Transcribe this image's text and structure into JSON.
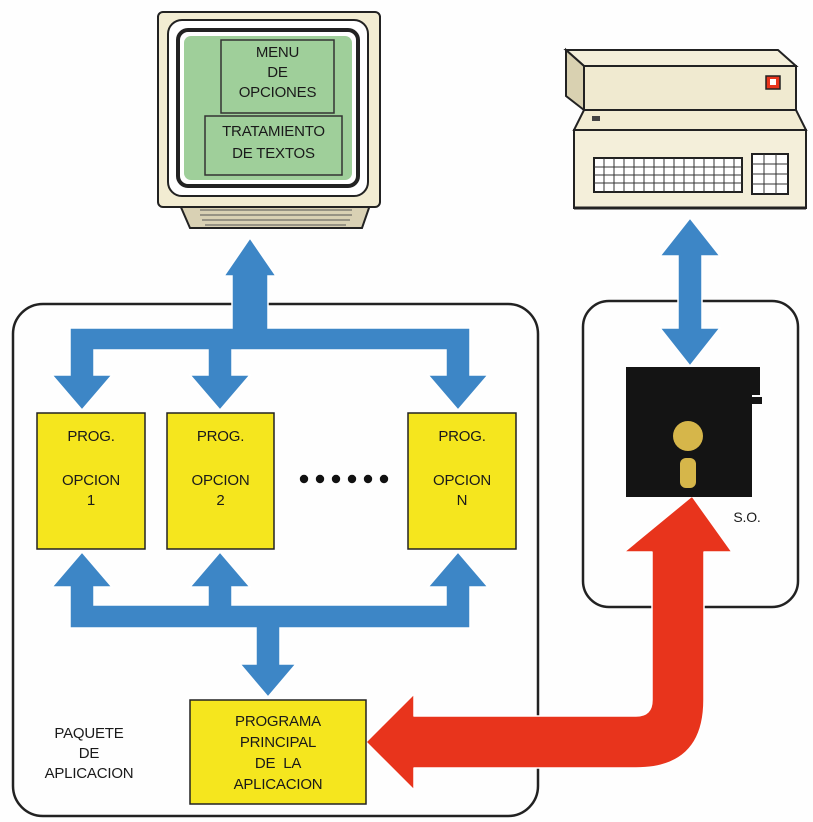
{
  "monitor": {
    "menu_line1": "MENU",
    "menu_line2": "DE",
    "menu_line3": "OPCIONES",
    "text_line1": "TRATAMIENTO",
    "text_line2": "DE TEXTOS"
  },
  "options": [
    {
      "prog": "PROG.",
      "opcion": "OPCION",
      "number": "1"
    },
    {
      "prog": "PROG.",
      "opcion": "OPCION",
      "number": "2"
    },
    {
      "prog": "PROG.",
      "opcion": "OPCION",
      "number": "N"
    }
  ],
  "main_program": {
    "line1": "PROGRAMA",
    "line2": "PRINCIPAL",
    "line3": "DE  LA",
    "line4": "APLICACION"
  },
  "package_label": {
    "line1": "PAQUETE",
    "line2": "DE",
    "line3": "APLICACION"
  },
  "disk_label": "S.O.",
  "colors": {
    "bus_blue": "#3d86c6",
    "box_yellow": "#f5e61e",
    "arrow_red": "#e8341c",
    "screen_green": "#9fcf9a",
    "monitor_beige": "#f2ecd2",
    "disk_black": "#141414",
    "hub_gold": "#d6b64a"
  },
  "icons": [
    "monitor-icon",
    "computer-terminal-icon",
    "floppy-disk-icon"
  ]
}
